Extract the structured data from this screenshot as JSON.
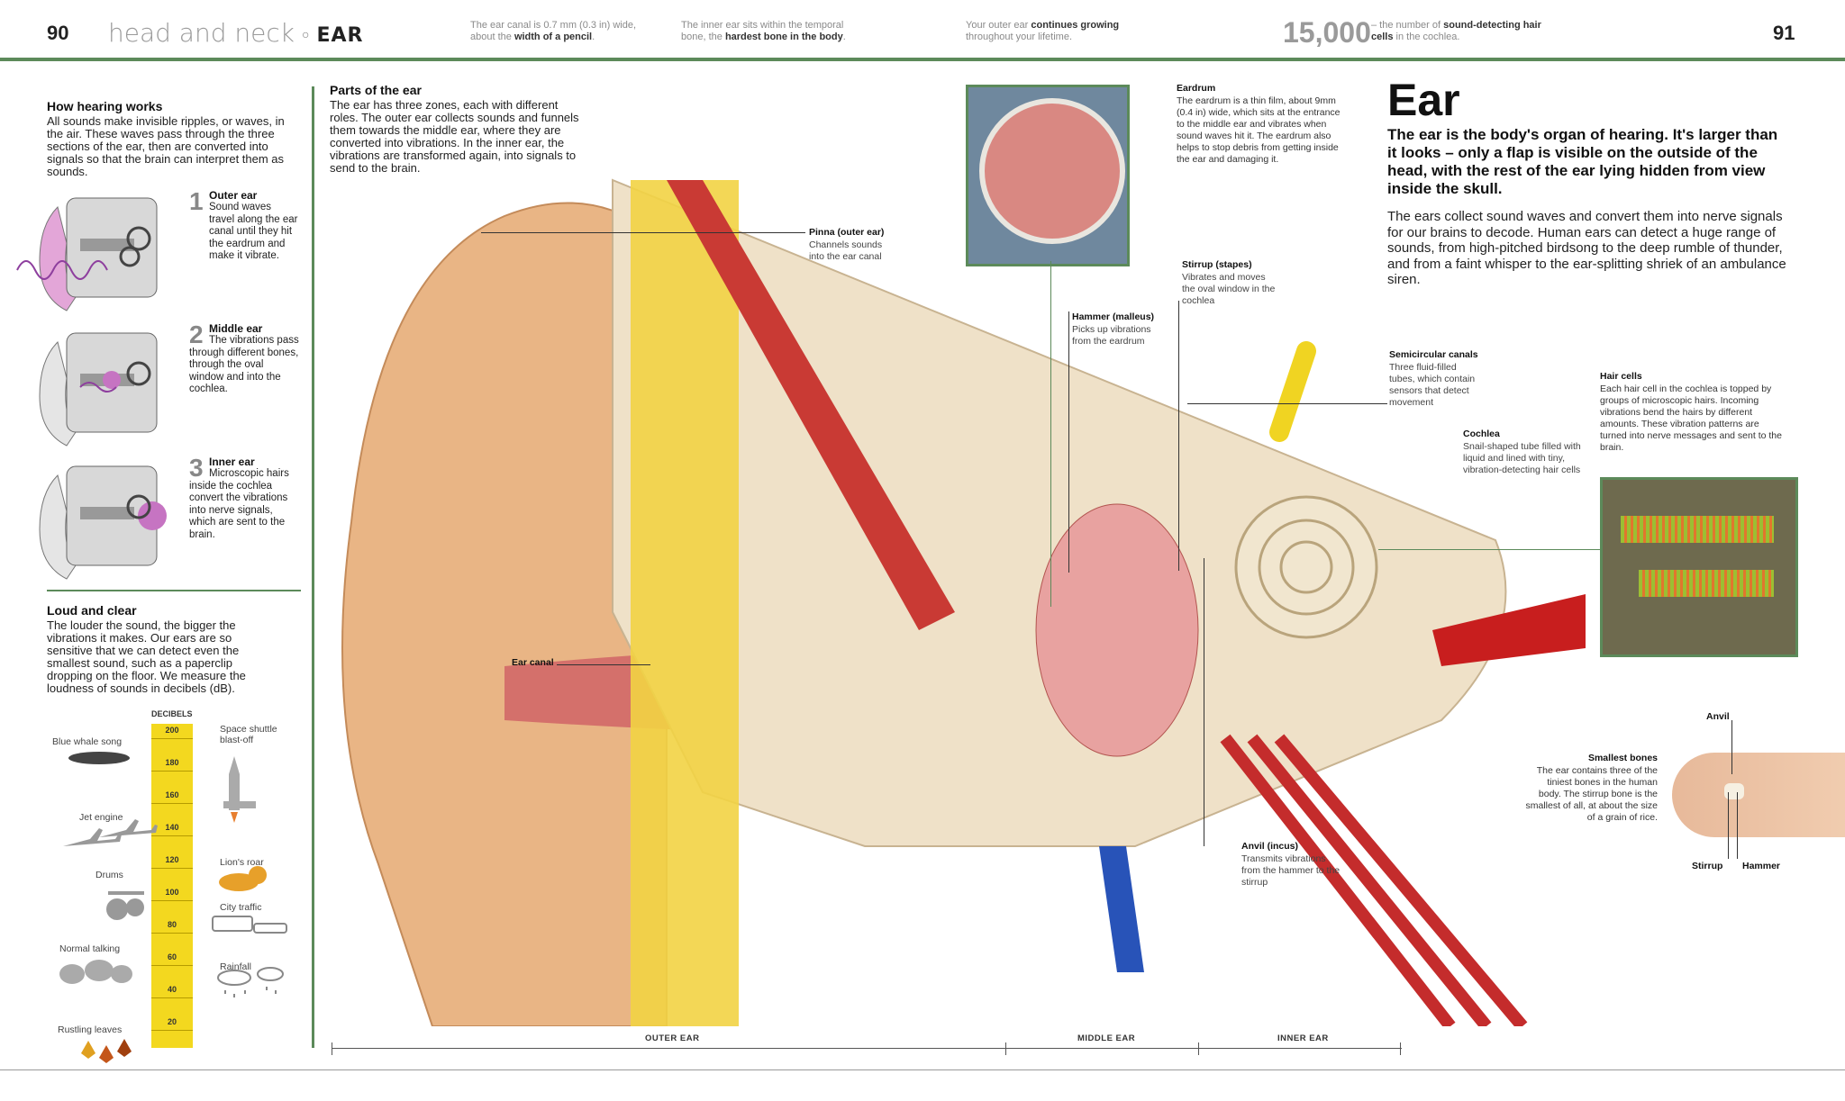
{
  "header": {
    "left_page": "90",
    "right_page": "91",
    "section": "head and neck",
    "topic": "EAR",
    "facts": [
      {
        "pre": "The ear canal is 0.7 mm (0.3 in) wide, about the ",
        "bold": "width of a pencil",
        "post": "."
      },
      {
        "pre": "The inner ear sits within the temporal bone, the ",
        "bold": "hardest bone in the body",
        "post": "."
      },
      {
        "pre": "Your outer ear ",
        "bold": "continues growing",
        "post": " throughout your lifetime."
      }
    ],
    "big_number": "15,000",
    "big_number_text_pre": "– the number of ",
    "big_number_text_bold": "sound-detecting hair cells",
    "big_number_text_post": " in the cochlea."
  },
  "how_hearing": {
    "title": "How hearing works",
    "text": "All sounds make invisible ripples, or waves, in the air. These waves pass through the three sections of the ear, then are converted into signals so that the brain can interpret them as sounds.",
    "steps": [
      {
        "num": "1",
        "title": "Outer ear",
        "text": "Sound waves travel along the ear canal until they hit the eardrum and make it vibrate."
      },
      {
        "num": "2",
        "title": "Middle ear",
        "text": "The vibrations pass through different bones, through the oval window and into the cochlea."
      },
      {
        "num": "3",
        "title": "Inner ear",
        "text": "Microscopic hairs inside the cochlea convert the vibrations into nerve signals, which are sent to the brain."
      }
    ]
  },
  "loud": {
    "title": "Loud and clear",
    "text": "The louder the sound, the bigger the vibrations it makes. Our ears are so sensitive that we can detect even the smallest sound, such as a paperclip dropping on the floor. We measure the loudness of sounds in decibels (dB).",
    "axis_label": "DECIBELS",
    "ticks": [
      "200",
      "180",
      "160",
      "140",
      "120",
      "100",
      "80",
      "60",
      "40",
      "20"
    ],
    "sounds_left": [
      "Blue whale song",
      "Jet engine",
      "Drums",
      "Normal talking",
      "Rustling leaves"
    ],
    "sounds_right": [
      "Space shuttle blast-off",
      "Lion's roar",
      "City traffic",
      "Rainfall"
    ]
  },
  "parts": {
    "title": "Parts of the ear",
    "text": "The ear has three zones, each with different roles. The outer ear collects sounds and funnels them towards the middle ear, where they are converted into vibrations. In the inner ear, the vibrations are transformed again, into signals to send to the brain."
  },
  "labels": {
    "pinna_title": "Pinna (outer ear)",
    "pinna_text": "Channels sounds into the ear canal",
    "canal_title": "Ear canal",
    "eardrum_title": "Eardrum",
    "eardrum_text": "The eardrum is a thin film, about 9mm (0.4 in) wide, which sits at the entrance to the middle ear and vibrates when sound waves hit it. The eardrum also helps to stop debris from getting inside the ear and damaging it.",
    "stirrup_title": "Stirrup (stapes)",
    "stirrup_text": "Vibrates and moves the oval window in the cochlea",
    "hammer_title": "Hammer (malleus)",
    "hammer_text": "Picks up vibrations from the eardrum",
    "semi_title": "Semicircular canals",
    "semi_text": "Three fluid-filled tubes, which contain sensors that detect movement",
    "cochlea_title": "Cochlea",
    "cochlea_text": "Snail-shaped tube filled with liquid and lined with tiny, vibration-detecting hair cells",
    "hair_title": "Hair cells",
    "hair_text": "Each hair cell in the cochlea is topped by groups of microscopic hairs. Incoming vibrations bend the hairs by different amounts. These vibration patterns are turned into nerve messages and sent to the brain.",
    "anvil_title": "Anvil (incus)",
    "anvil_text": "Transmits vibrations from the hammer to the stirrup",
    "smallest_title": "Smallest bones",
    "smallest_text": "The ear contains three of the tiniest bones in the human body. The stirrup bone is the smallest of all, at about the size of a grain of rice.",
    "finger_anvil": "Anvil",
    "finger_stirrup": "Stirrup",
    "finger_hammer": "Hammer"
  },
  "ear": {
    "title": "Ear",
    "lede": "The ear is the body's organ of hearing. It's larger than it looks – only a flap is visible on the outside of the head, with the rest of the ear lying hidden from view inside the skull.",
    "body": "The ears collect sound waves and convert them into nerve signals for our brains to decode. Human ears can detect a huge range of sounds, from high-pitched birdsong to the deep rumble of thunder, and from a faint whisper to the ear-splitting shriek of an ambulance siren."
  },
  "zones": [
    "OUTER EAR",
    "MIDDLE EAR",
    "INNER EAR"
  ]
}
